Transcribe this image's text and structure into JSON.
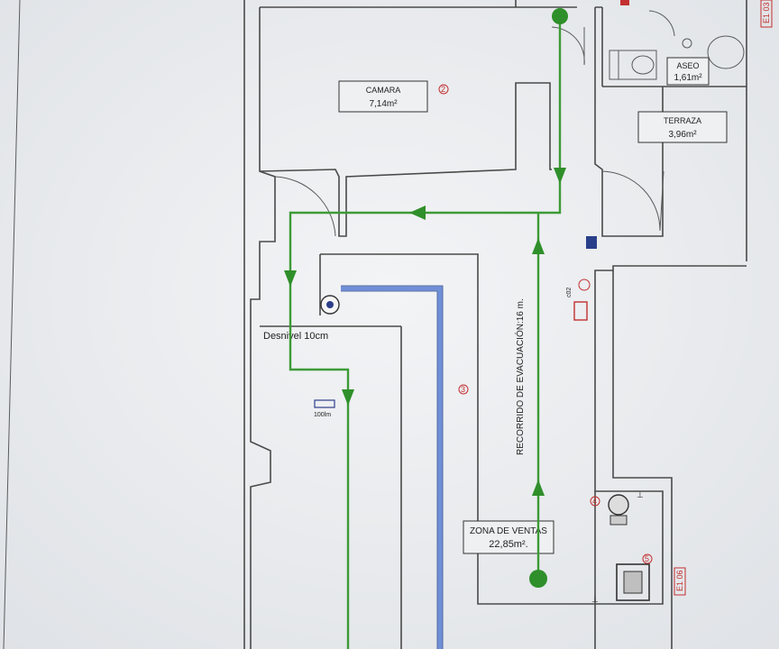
{
  "rooms": {
    "camara": {
      "name": "CAMARA",
      "area": "7,14m²",
      "marker": "2"
    },
    "aseo": {
      "name": "ASEO",
      "area": "1,61m²"
    },
    "terraza": {
      "name": "TERRAZA",
      "area": "3,96m²"
    },
    "zona_ventas": {
      "name": "ZONA DE VENTAS",
      "area": "22,85m²."
    }
  },
  "annotations": {
    "desnivel": "Desnivel  10cm",
    "recorrido": "RECORRIDO DE EVACUACIÓN:16 m.",
    "counter_marker": "3",
    "marker_4": "4",
    "marker_5": "5",
    "light_label": "100lm",
    "side_code_top": "E1 03",
    "side_code_bottom": "E1 06",
    "extinguisher_code": "c02"
  },
  "colors": {
    "route": "#3d9a36",
    "marker": "#c23030",
    "counter": "#6f8fd8"
  }
}
